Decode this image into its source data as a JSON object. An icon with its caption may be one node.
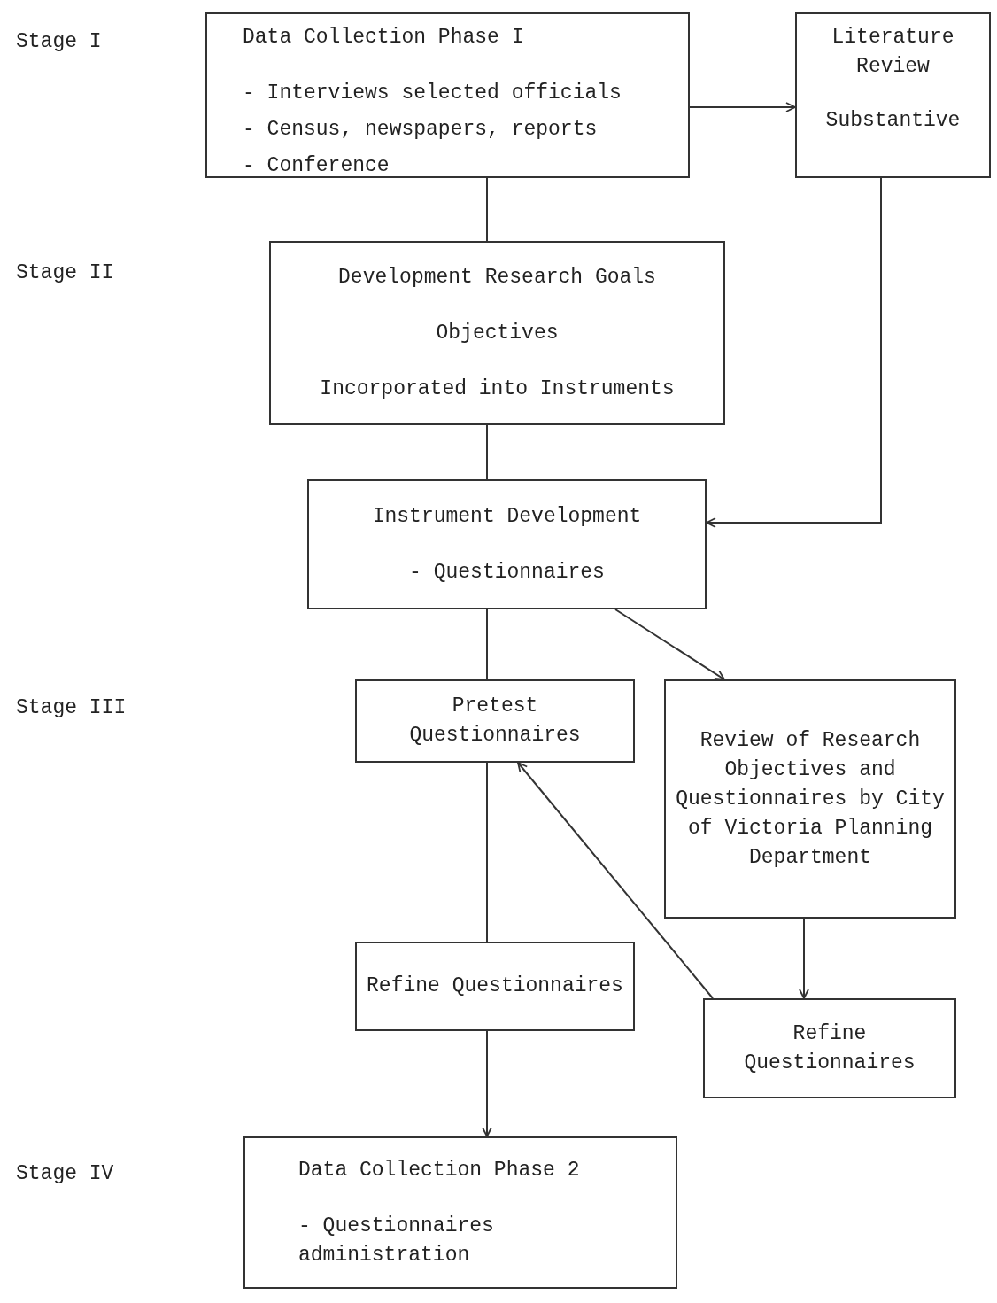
{
  "diagram": {
    "nodes": [
      {
        "text": [
          "Data Collection Phase I",
          "- Interviews selected officials",
          "- Census, newspapers, reports",
          "- Conference"
        ]
      },
      {
        "text": [
          "Literature Review",
          "Substantive"
        ]
      },
      {
        "text": [
          "Development Research Goals",
          "Objectives",
          "Incorporated into Instruments"
        ]
      },
      {
        "text": [
          "Instrument Development",
          "- Questionnaires"
        ]
      },
      {
        "text": [
          "Pretest Questionnaires"
        ]
      },
      {
        "text": [
          "Review of Research Objectives and Questionnaires by City of Victoria Planning Department"
        ]
      },
      {
        "text": [
          "Refine Questionnaires"
        ]
      },
      {
        "text": [
          "Refine Questionnaires"
        ]
      },
      {
        "text": [
          "Data Collection Phase 2",
          "- Questionnaires administration"
        ]
      }
    ],
    "edges": [
      {
        "from": 0,
        "to": 2,
        "arrow": "none"
      },
      {
        "from": 0,
        "to": 1,
        "arrow": "to"
      },
      {
        "from": 1,
        "to": 3,
        "arrow": "to"
      },
      {
        "from": 2,
        "to": 3,
        "arrow": "none"
      },
      {
        "from": 3,
        "to": 4,
        "arrow": "none"
      },
      {
        "from": 3,
        "to": 5,
        "arrow": "to"
      },
      {
        "from": 4,
        "to": 6,
        "arrow": "none"
      },
      {
        "from": 5,
        "to": 7,
        "arrow": "to"
      },
      {
        "from": 7,
        "to": 4,
        "arrow": "to"
      },
      {
        "from": 6,
        "to": 8,
        "arrow": "to"
      }
    ],
    "labels": [
      "Stage I",
      "Stage II",
      "Stage III",
      "Stage IV"
    ]
  }
}
